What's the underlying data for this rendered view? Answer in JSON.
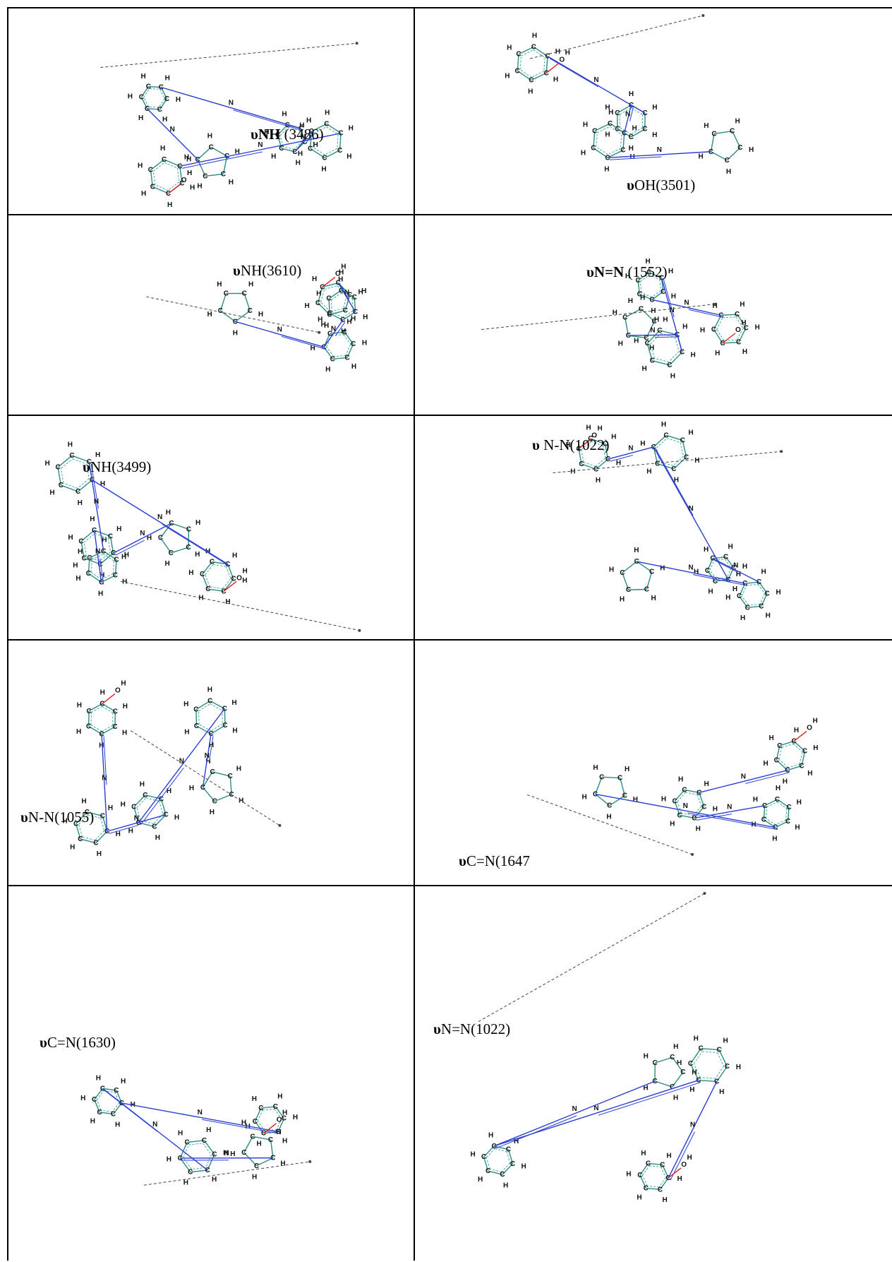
{
  "colors": {
    "bond": "#2e8b84",
    "bond_dash": "#4aa6a0",
    "nitrogen_bond": "#2b3fd1",
    "oxygen_bond": "#e02020",
    "vector": "#444444",
    "border": "#000000"
  },
  "atom_symbols": {
    "carbon": "C",
    "hydrogen": "H",
    "nitrogen": "N",
    "oxygen": "O"
  },
  "panels": [
    {
      "mode": "NH",
      "freq": "(3486)",
      "prefix_bold": "υ"
    },
    {
      "mode": "OH",
      "freq": "(3501)",
      "prefix_bold": "υ"
    },
    {
      "mode": "NH",
      "freq": "(3610)",
      "prefix_bold": "υ"
    },
    {
      "mode": "N=N",
      "freq": "(1552)",
      "prefix_bold": "υ"
    },
    {
      "mode": "NH",
      "freq": "(3499)",
      "prefix_bold": "υ"
    },
    {
      "mode": " N-N",
      "freq": "(1022)",
      "prefix_bold": "υ"
    },
    {
      "mode": "N-N",
      "freq": "(1055)",
      "prefix_bold": "υ"
    },
    {
      "mode": "C=N",
      "freq": "(1647",
      "prefix_bold": "υ"
    },
    {
      "mode": "C=N",
      "freq": "(1630)",
      "prefix_bold": "υ"
    },
    {
      "mode": "N=N",
      "freq": "(1022)",
      "prefix_bold": "υ"
    }
  ]
}
